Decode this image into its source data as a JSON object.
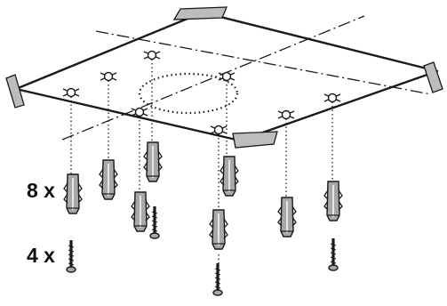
{
  "diagram": {
    "labels": {
      "plugs_qty": "8 x",
      "screws_qty": "4 x"
    },
    "colors": {
      "line": "#1a1a1a",
      "fill": "#ffffff",
      "tape": "#bdbdbd",
      "hardware": "#9e9e9e"
    },
    "components": [
      "mounting-template",
      "wall-plug",
      "screw",
      "masking-tape",
      "drill-mark",
      "center-cutout-outline"
    ]
  }
}
